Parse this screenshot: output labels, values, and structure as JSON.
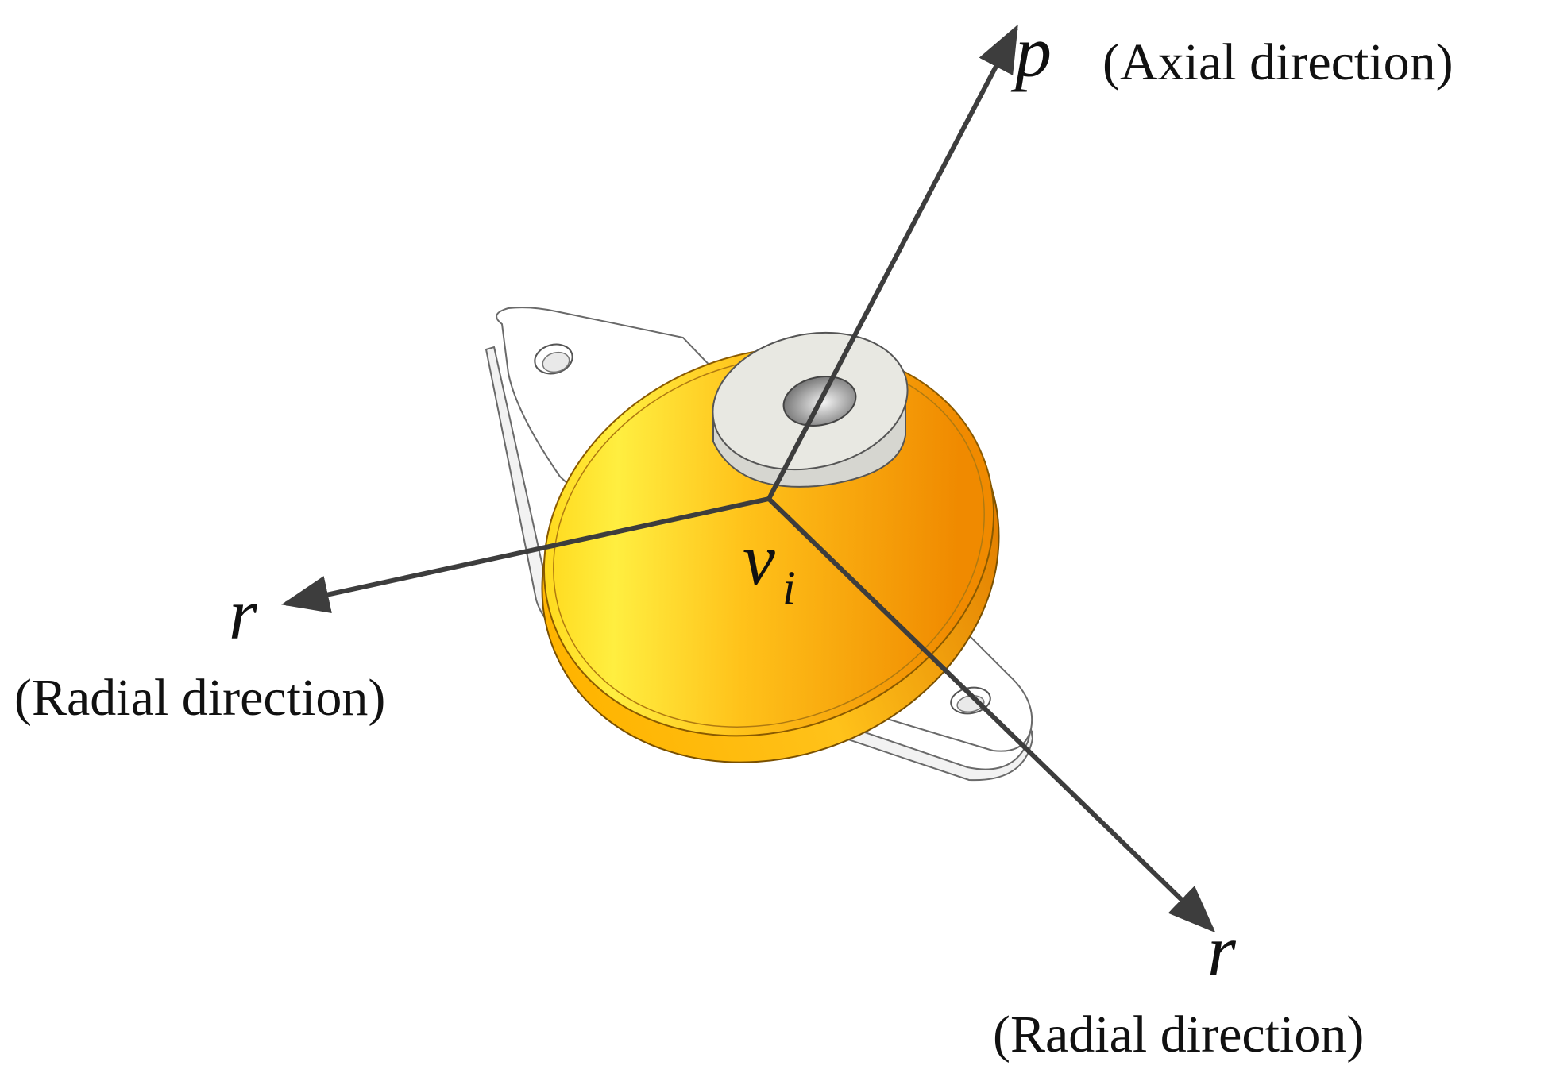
{
  "axes": {
    "axial": {
      "symbol": "p",
      "label": "(Axial direction)"
    },
    "radial_left": {
      "symbol": "r",
      "label": "(Radial direction)"
    },
    "radial_right": {
      "symbol": "r",
      "label": "(Radial direction)"
    }
  },
  "origin": {
    "symbol": "v",
    "subscript": "i"
  },
  "colors": {
    "axis": "#3d3d3d",
    "rubber_light": "#ffee40",
    "rubber_mid": "#ffc21a",
    "rubber_dark": "#f08a00",
    "washer": "#e8e8e2",
    "base_plate": "#ffffff",
    "outline": "#5a5a5a"
  }
}
